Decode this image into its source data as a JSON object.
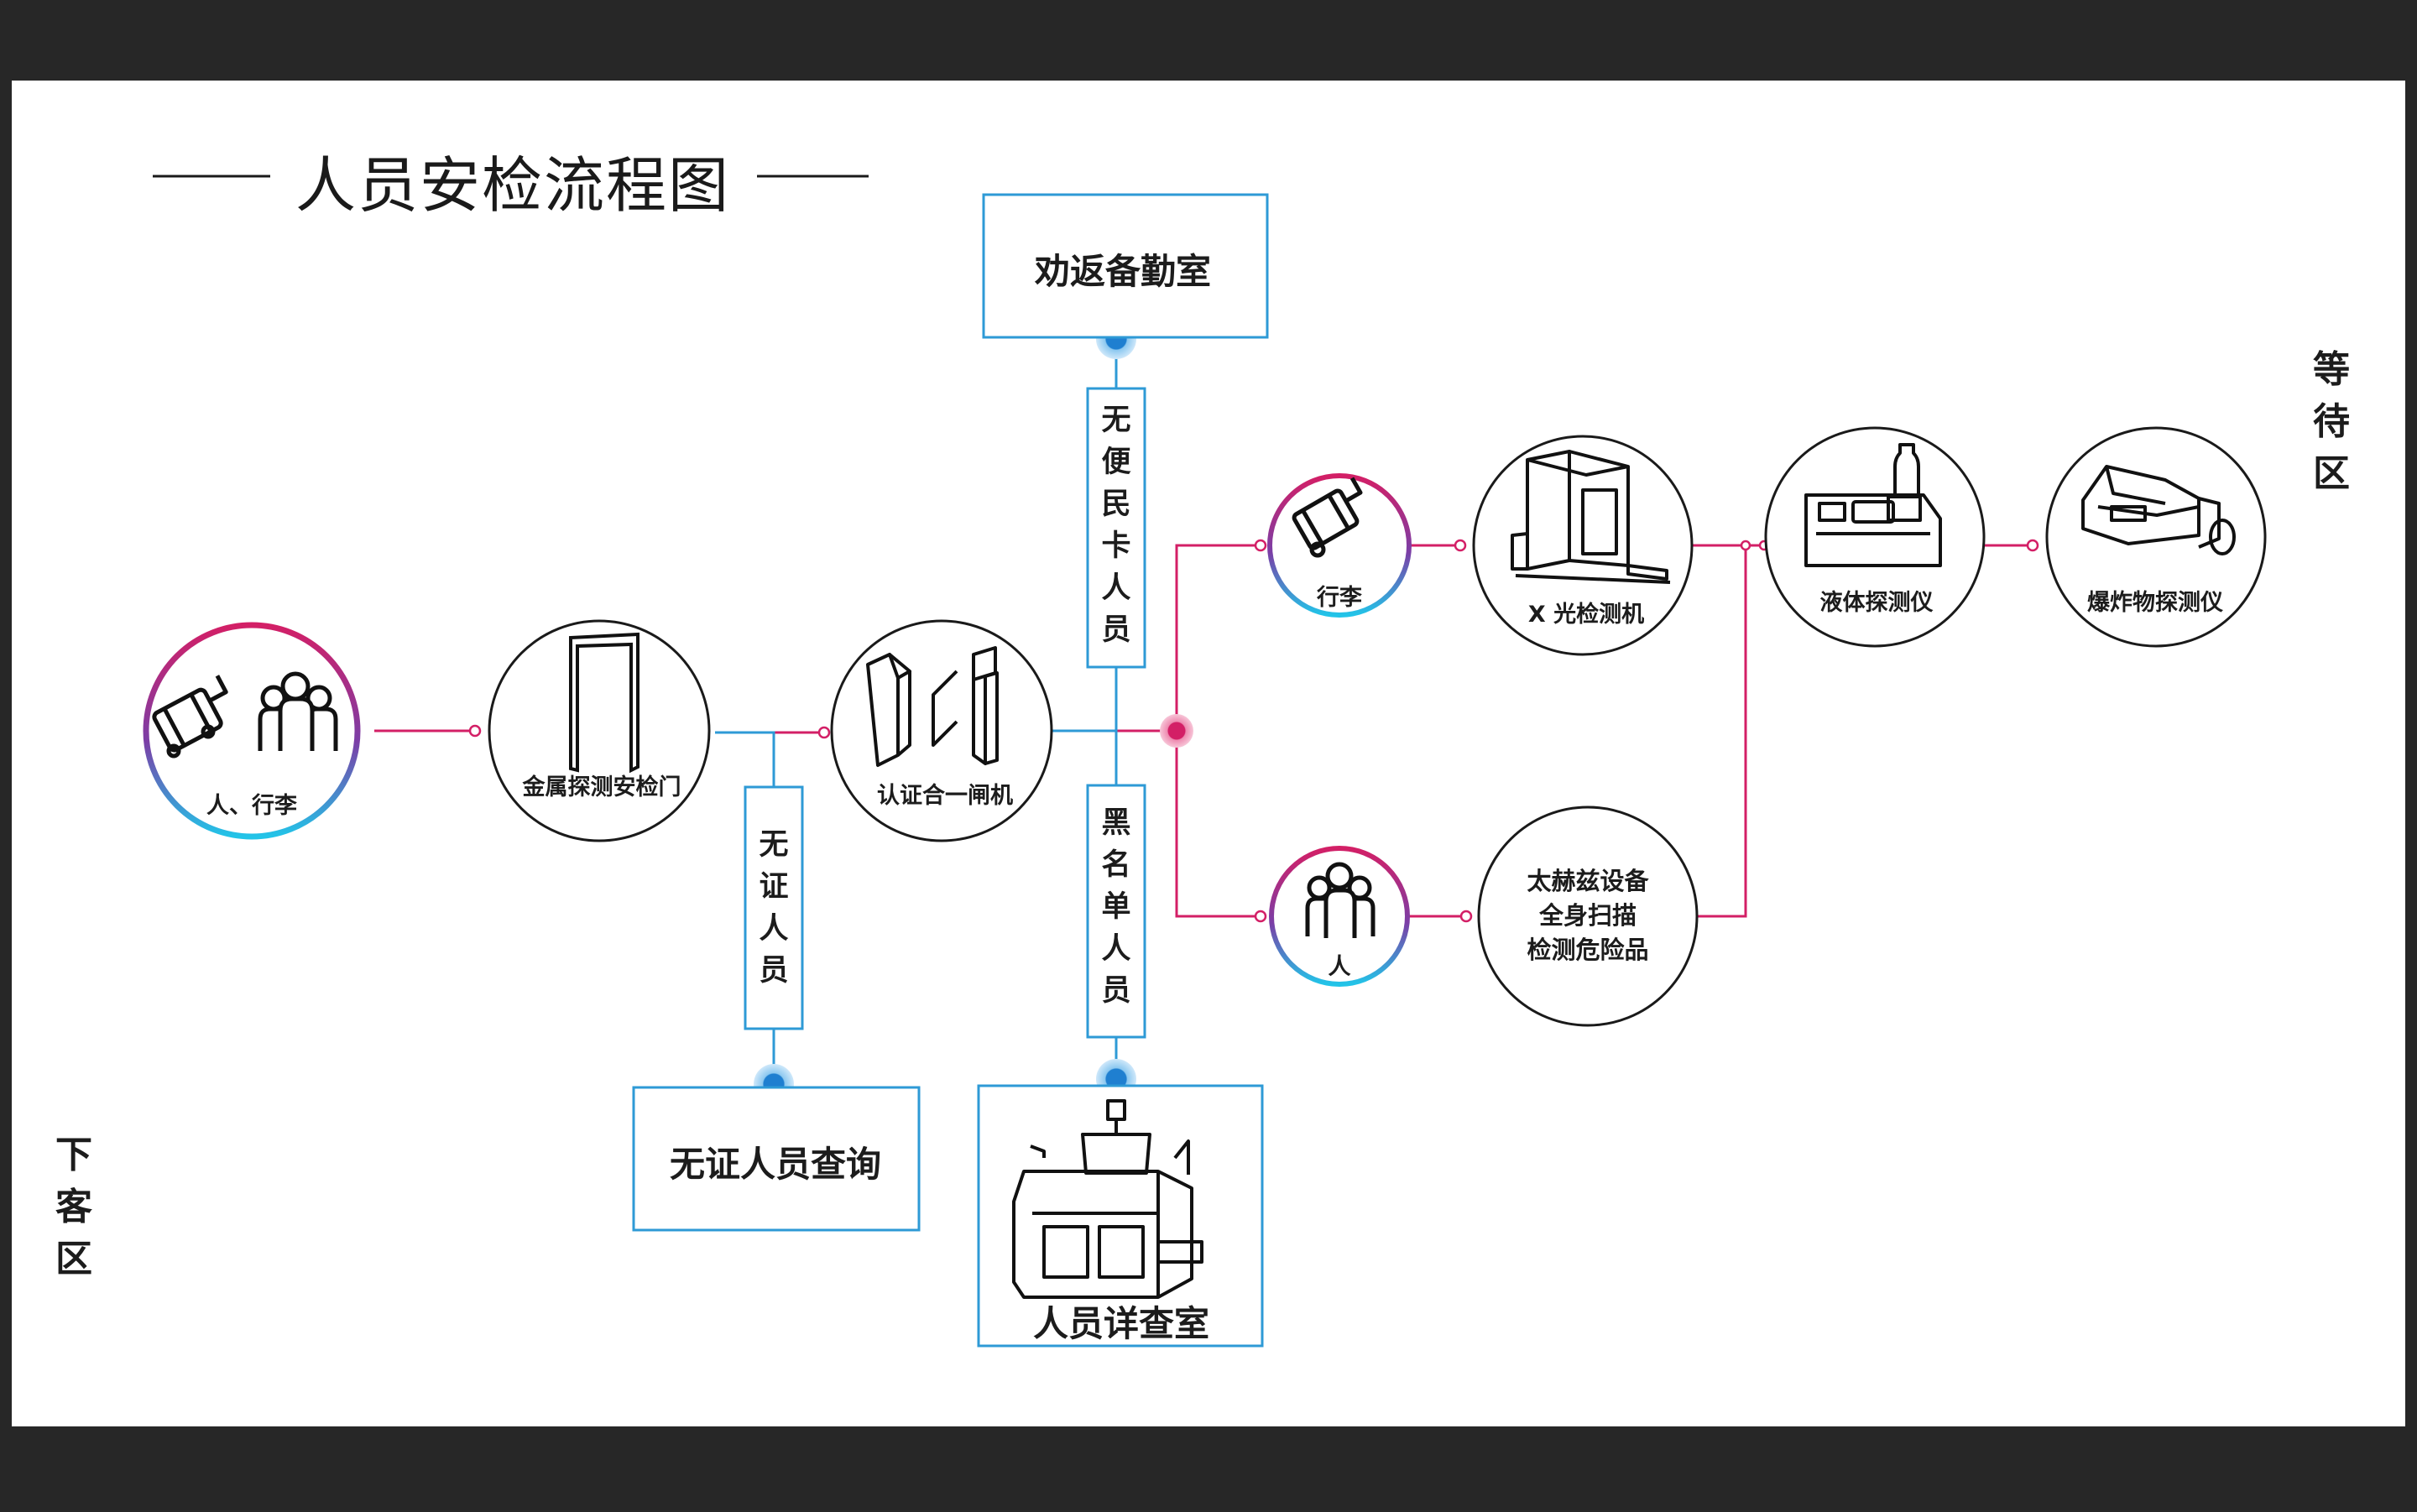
{
  "title": "人员安检流程图",
  "zones": {
    "left": "下客区",
    "right": "等待区"
  },
  "nodes": {
    "start": "人、行李",
    "metal_gate": "金属探测安检门",
    "turnstile": "认证合一闸机",
    "luggage": "行李",
    "xray": "X 光检测机",
    "liquid": "液体探测仪",
    "explosive": "爆炸物探测仪",
    "person": "人",
    "terahertz": [
      "太赫兹设备",
      "全身扫描",
      "检测危险品"
    ]
  },
  "branches": {
    "no_id": "无证人员",
    "no_pass": "无便民卡人员",
    "blacklist": "黑名单人员"
  },
  "rooms": {
    "persuade": "劝返备勤室",
    "no_id_query": "无证人员查询",
    "inspection": "人员详查室"
  },
  "colors": {
    "magenta": "#d31f66",
    "blue": "#2e9ad6",
    "dark": "#1a1a1a",
    "background": "#272727",
    "canvas": "#ffffff"
  }
}
